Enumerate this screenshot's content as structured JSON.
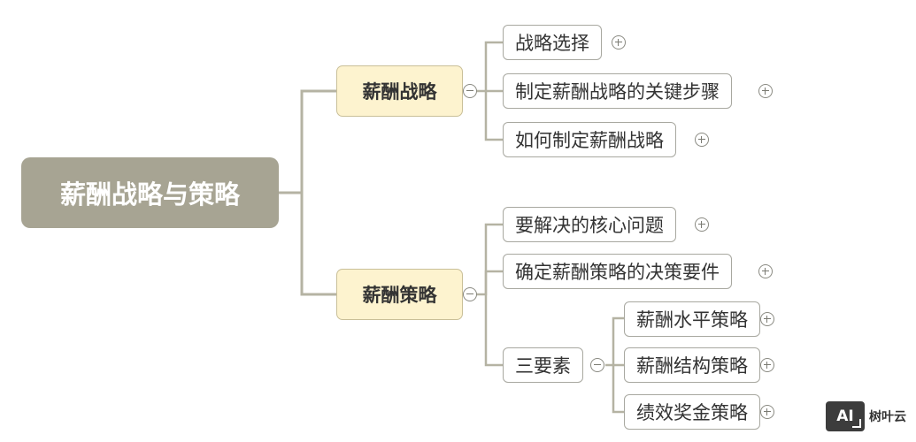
{
  "root": {
    "label": "薪酬战略与策略"
  },
  "branches": [
    {
      "label": "薪酬战略",
      "children": [
        {
          "label": "战略选择"
        },
        {
          "label": "制定薪酬战略的关键步骤"
        },
        {
          "label": "如何制定薪酬战略"
        }
      ]
    },
    {
      "label": "薪酬策略",
      "children": [
        {
          "label": "要解决的核心问题"
        },
        {
          "label": "确定薪酬策略的决策要件"
        },
        {
          "label": "三要素",
          "children": [
            {
              "label": "薪酬水平策略"
            },
            {
              "label": "薪酬结构策略"
            },
            {
              "label": "绩效奖金策略"
            }
          ]
        }
      ]
    }
  ],
  "watermark": {
    "badge": "AI",
    "text": "树叶云"
  },
  "colors": {
    "root_fill": "#a7a493",
    "branch_fill": "#fdf3cf",
    "branch_border": "#c9bf98",
    "connector": "#b5b3a3",
    "leaf_border": "#a8a8a0"
  }
}
